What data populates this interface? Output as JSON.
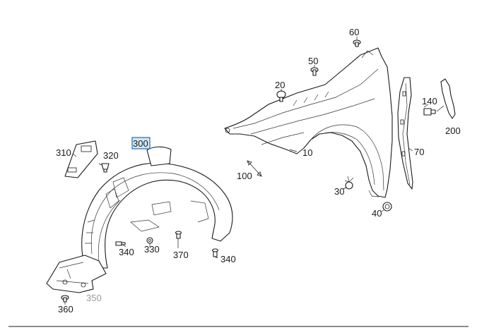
{
  "parts": {
    "p10": "10",
    "p20": "20",
    "p30": "30",
    "p40": "40",
    "p50": "50",
    "p60": "60",
    "p70": "70",
    "p100": "100",
    "p140": "140",
    "p200": "200",
    "p300": "300",
    "p310": "310",
    "p320": "320",
    "p330": "330",
    "p340a": "340",
    "p340b": "340",
    "p350": "350",
    "p360": "360",
    "p370": "370"
  },
  "highlighted_part": "300",
  "colors": {
    "line": "#1a1a1a",
    "highlight_fill": "#cfe6f7",
    "highlight_stroke": "#2b6ea6",
    "dimmed_label": "#9a9a9a"
  }
}
